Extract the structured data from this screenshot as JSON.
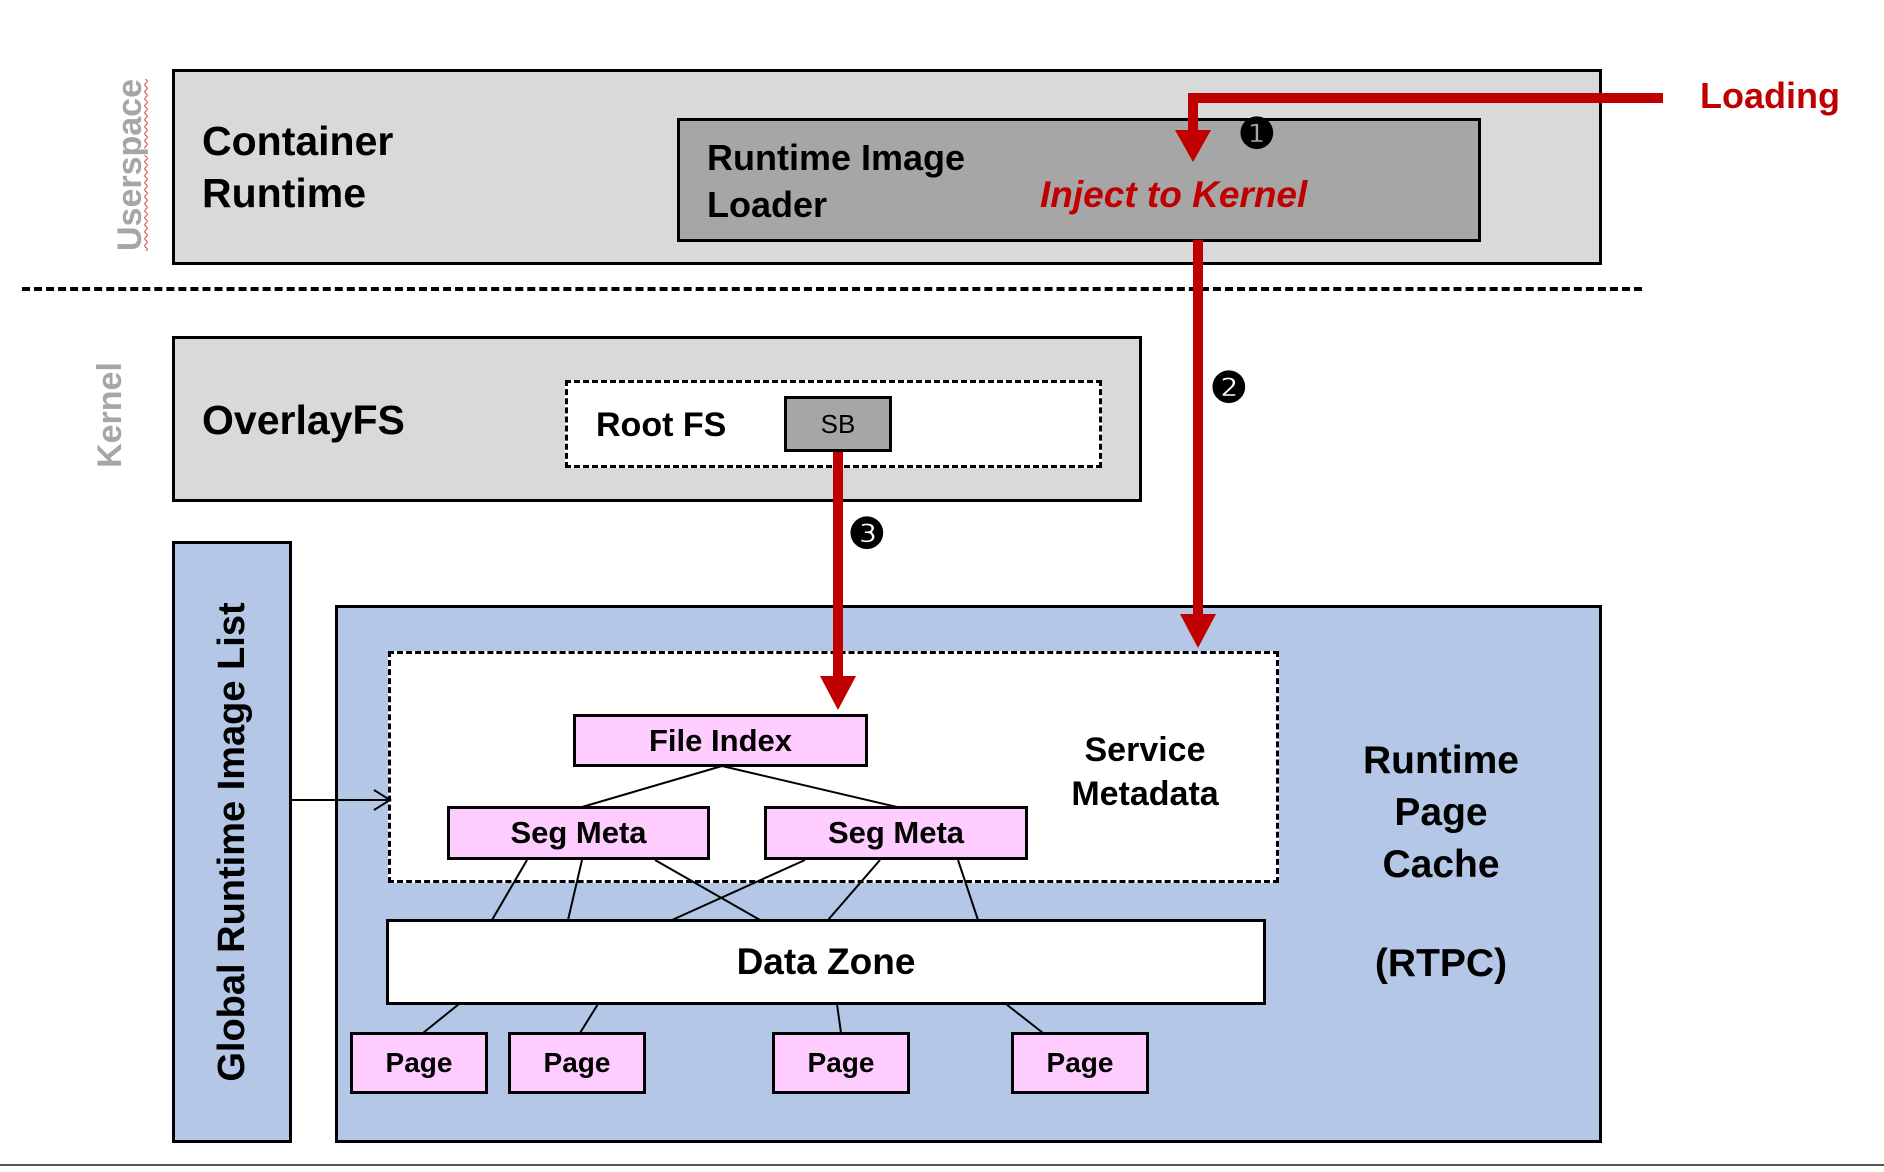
{
  "layers": {
    "userspace": "Userspace",
    "kernel": "Kernel"
  },
  "container_runtime": {
    "line1": "Container",
    "line2": "Runtime"
  },
  "loader": {
    "line1": "Runtime Image",
    "line2": "Loader",
    "inject": "Inject to Kernel"
  },
  "loading_label": "Loading",
  "steps": {
    "one": "❶",
    "two": "❷",
    "three": "❸"
  },
  "overlayfs": {
    "title": "OverlayFS",
    "rootfs": "Root FS",
    "sb": "SB"
  },
  "global_list": "Global Runtime Image List",
  "rtpc": {
    "title_line1": "Runtime",
    "title_line2": "Page",
    "title_line3": "Cache",
    "abbr": "(RTPC)",
    "service_metadata_line1": "Service",
    "service_metadata_line2": "Metadata",
    "file_index": "File Index",
    "seg_meta": [
      "Seg Meta",
      "Seg Meta"
    ],
    "data_zone": "Data Zone",
    "pages": [
      "Page",
      "Page",
      "Page",
      "Page"
    ]
  },
  "colors": {
    "arrow_red": "#c00000",
    "text_red": "#c00000",
    "layer_label_gray": "#a6a6a6",
    "box_gray_light": "#d9d9d9",
    "box_gray_dark": "#a6a6a6",
    "rtpc_blue": "#b4c7e7",
    "node_pink": "#ffccff"
  }
}
